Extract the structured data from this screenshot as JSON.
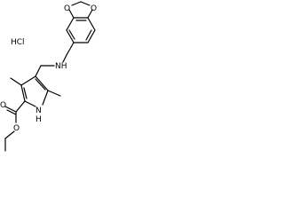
{
  "molecule": {
    "salt": "HCl",
    "atoms": {
      "o_top_left": "O",
      "o_top_right": "O",
      "nh_amine": "NH",
      "o_ester_carbonyl": "O",
      "o_ester_ether": "O",
      "nh_pyrrole": "N",
      "h_pyrrole": "H"
    }
  }
}
